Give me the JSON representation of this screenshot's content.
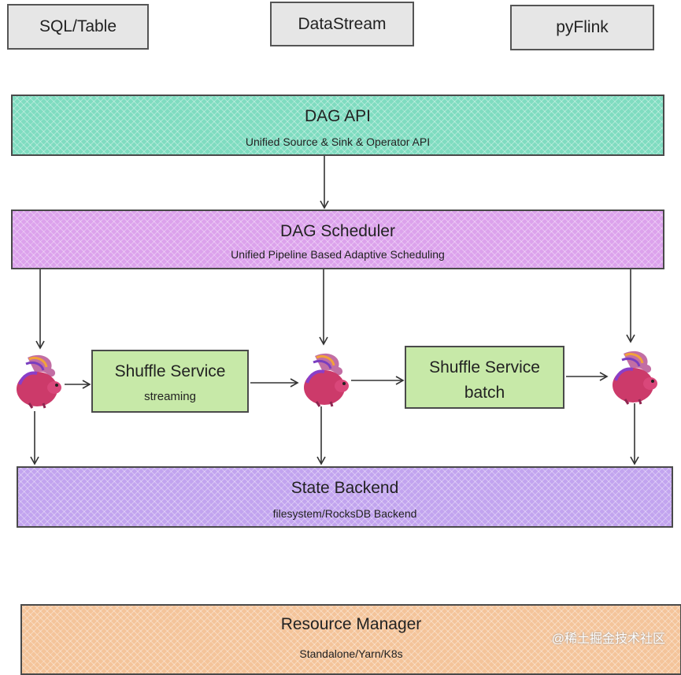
{
  "api_boxes": {
    "sql_table": "SQL/Table",
    "datastream": "DataStream",
    "pyflink": "pyFlink"
  },
  "dag_api": {
    "title": "DAG  API",
    "subtitle": "Unified Source & Sink & Operator API"
  },
  "dag_scheduler": {
    "title": "DAG Scheduler",
    "subtitle": "Unified Pipeline Based Adaptive Scheduling"
  },
  "shuffle_streaming": {
    "title": "Shuffle Service",
    "subtitle": "streaming"
  },
  "shuffle_batch": {
    "title_line1": "Shuffle Service",
    "title_line2": "batch"
  },
  "state_backend": {
    "title": "State Backend",
    "subtitle": "filesystem/RocksDB Backend"
  },
  "resource_manager": {
    "title": "Resource Manager",
    "subtitle": "Standalone/Yarn/K8s"
  },
  "watermark": "@稀土掘金技术社区",
  "colors": {
    "dag_api": "#7fdcc0",
    "dag_scheduler": "#dca2ec",
    "shuffle": "#c7e9a8",
    "state_backend": "#c2a4ef",
    "resource_manager": "#f4c49a",
    "api_box": "#e6e6e6"
  },
  "icons": [
    "flink-squirrel-icon",
    "flink-squirrel-icon",
    "flink-squirrel-icon"
  ]
}
